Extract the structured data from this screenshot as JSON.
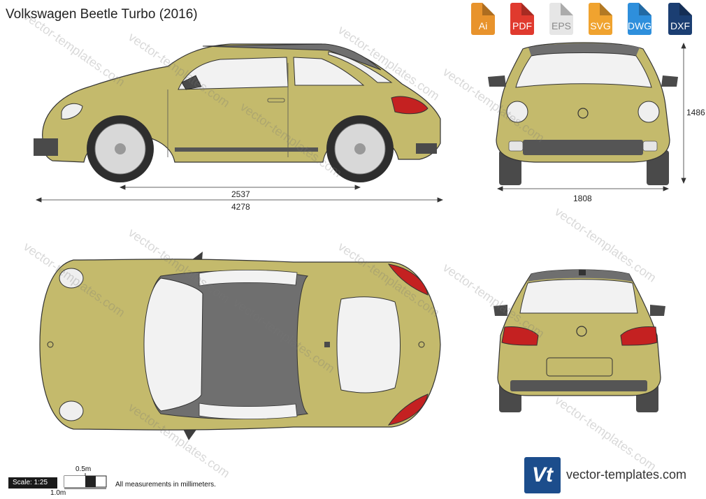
{
  "title": "Volkswagen Beetle Turbo (2016)",
  "formats": [
    {
      "label": "Ai",
      "color": "#e8932c"
    },
    {
      "label": "PDF",
      "color": "#e03a2e"
    },
    {
      "label": "EPS",
      "color": "#e6e6e6",
      "text_color": "#9a9a9a"
    },
    {
      "label": "SVG",
      "color": "#f0a32f"
    },
    {
      "label": "DWG",
      "color": "#2e8fdc"
    },
    {
      "label": "DXF",
      "color": "#1b3e72"
    }
  ],
  "dimensions": {
    "wheelbase": "2537",
    "length": "4278",
    "width": "1808",
    "height": "1486"
  },
  "scale": {
    "label": "Scale: 1:25",
    "half_meter": "0.5m",
    "one_meter": "1.0m"
  },
  "note": "All measurements in millimeters.",
  "watermark": "vector-templates.com",
  "brand": {
    "logo_text": "Vt",
    "url": "vector-templates.com"
  },
  "colors": {
    "body": "#c4ba6c",
    "body_shade": "#b0a65c",
    "glass": "#f2f2f2",
    "roof": "#6f6f6f",
    "tire": "#2e2e2e",
    "taillight": "#c42121"
  }
}
